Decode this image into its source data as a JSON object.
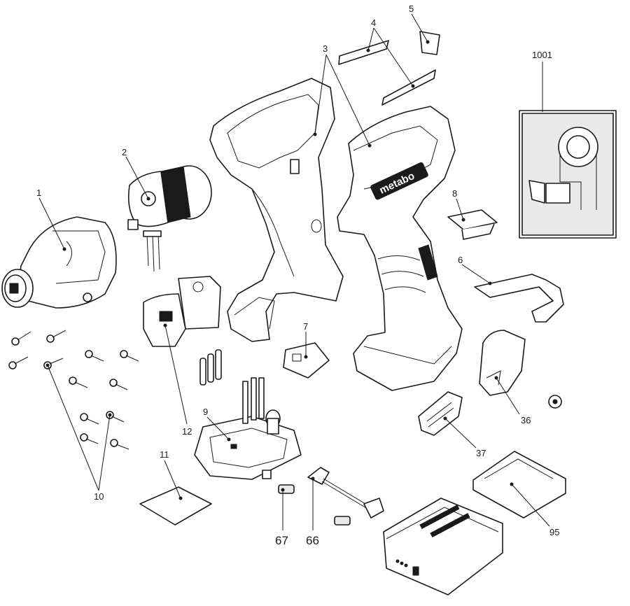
{
  "diagram": {
    "brand": "metabo",
    "callouts": {
      "c1": "1",
      "c2": "2",
      "c3": "3",
      "c4": "4",
      "c5": "5",
      "c6": "6",
      "c7": "7",
      "c8": "8",
      "c9": "9",
      "c10": "10",
      "c11": "11",
      "c12": "12",
      "c36": "36",
      "c37": "37",
      "c66": "66",
      "c67": "67",
      "c95": "95",
      "c1001": "1001"
    }
  }
}
